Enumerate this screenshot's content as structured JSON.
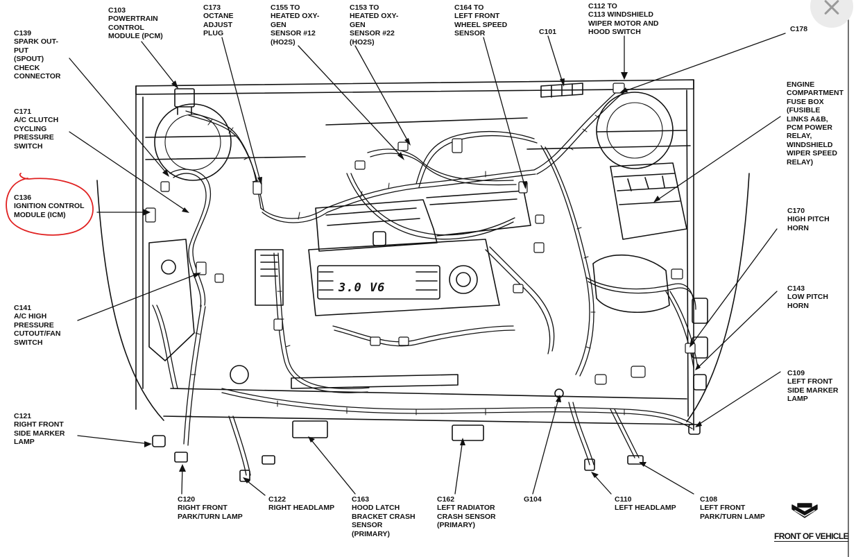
{
  "close_icon": "close-x-icon",
  "colors": {
    "ink": "#111111",
    "paper": "#ffffff",
    "highlight_circle": "#e02020",
    "close_bg": "#ebebeb"
  },
  "engine_badge": "3.0 V6",
  "front_of_vehicle": "FRONT OF VEHICLE",
  "labels": {
    "c103": "C103\nPOWERTRAIN\nCONTROL\nMODULE (PCM)",
    "c173": "C173\nOCTANE\nADJUST\nPLUG",
    "c155": "C155 TO\nHEATED OXY-\nGEN\nSENSOR #12\n(HO2S)",
    "c153": "C153 TO\nHEATED OXY-\nGEN\nSENSOR #22\n(HO2S)",
    "c164": "C164 TO\nLEFT FRONT\nWHEEL SPEED\nSENSOR",
    "c101": "C101",
    "c112": "C112 TO\nC113 WINDSHIELD\nWIPER MOTOR AND\nHOOD SWITCH",
    "c178": "C178",
    "c139": "C139\nSPARK OUT-\nPUT\n(SPOUT)\nCHECK\nCONNECTOR",
    "c171": "C171\nA/C CLUTCH\nCYCLING\nPRESSURE\nSWITCH",
    "c136": "C136\nIGNITION CONTROL\nMODULE (ICM)",
    "c141": "C141\nA/C HIGH\nPRESSURE\nCUTOUT/FAN\nSWITCH",
    "c121": "C121\nRIGHT FRONT\nSIDE MARKER\nLAMP",
    "fuse_box": "ENGINE\nCOMPARTMENT\nFUSE BOX\n(FUSIBLE\nLINKS A&B,\nPCM POWER\nRELAY,\nWINDSHIELD\nWIPER SPEED\nRELAY)",
    "c170": "C170\nHIGH PITCH\nHORN",
    "c143": "C143\nLOW PITCH\nHORN",
    "c109": "C109\nLEFT FRONT\nSIDE MARKER\nLAMP",
    "c120": "C120\nRIGHT FRONT\nPARK/TURN LAMP",
    "c122": "C122\nRIGHT HEADLAMP",
    "c163": "C163\nHOOD LATCH\nBRACKET CRASH\nSENSOR\n(PRIMARY)",
    "c162": "C162\nLEFT RADIATOR\nCRASH SENSOR\n(PRIMARY)",
    "g104": "G104",
    "c110": "C110\nLEFT HEADLAMP",
    "c108": "C108\nLEFT FRONT\nPARK/TURN LAMP"
  }
}
